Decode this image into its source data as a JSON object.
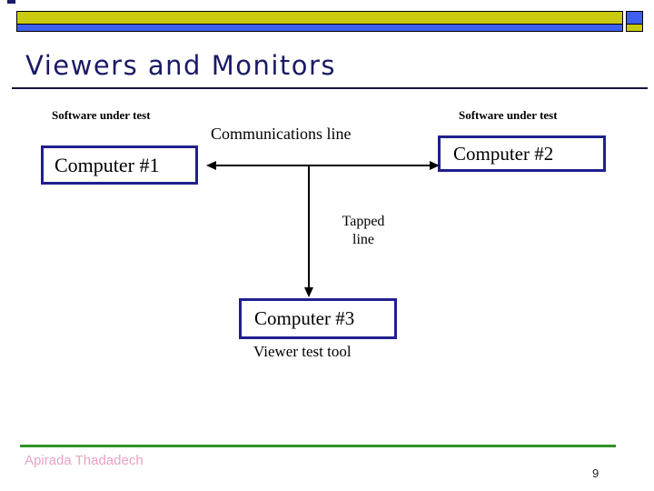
{
  "slide": {
    "title": "Viewers and Monitors",
    "page_number": "9",
    "footer_author": "Apirada Thadadech"
  },
  "colors": {
    "bar_yellow": "#C9C90F",
    "bar_blue": "#3E5FEF",
    "title_navy": "#1A1A66",
    "box_border": "#20208E",
    "footer_green": "#2E9326",
    "footer_pink": "#E9A2C6"
  },
  "diagram": {
    "label_sut_left": "Software under test",
    "label_sut_right": "Software under test",
    "label_comm_line": "Communications line",
    "label_tapped_1": "Tapped",
    "label_tapped_2": "line",
    "label_viewer_tool": "Viewer test tool",
    "computer1": "Computer #1",
    "computer2": "Computer #2",
    "computer3": "Computer #3"
  }
}
